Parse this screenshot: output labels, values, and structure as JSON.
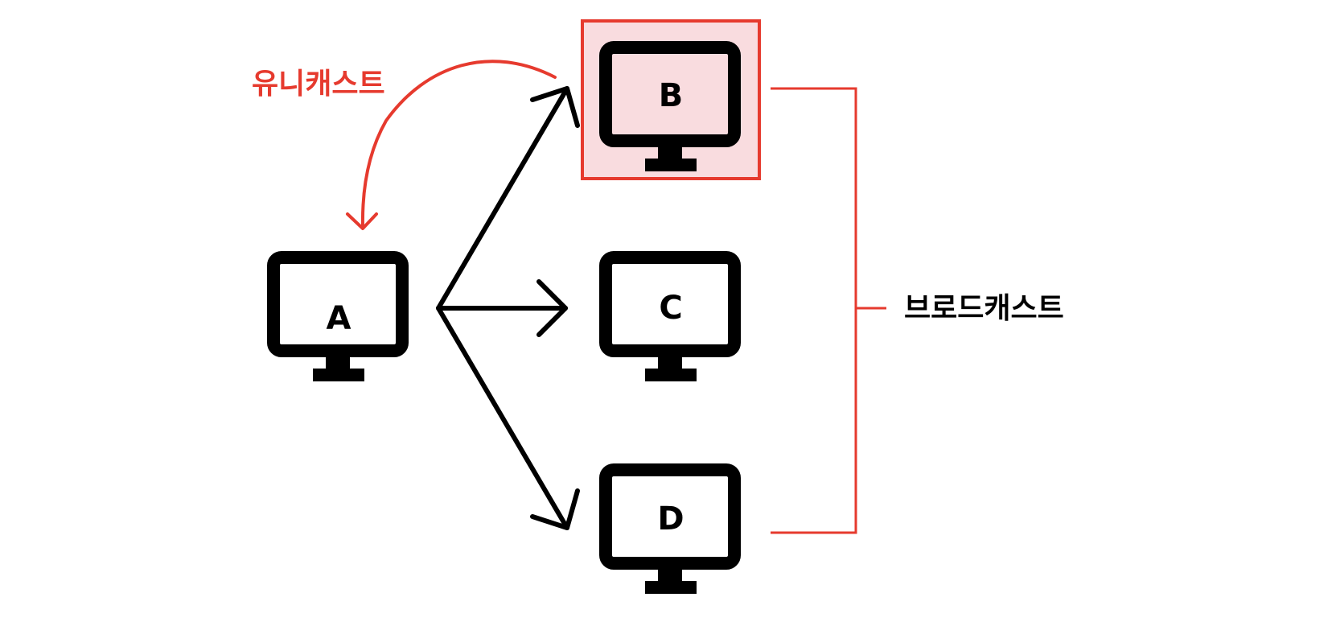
{
  "colors": {
    "ink": "#000000",
    "accent": "#e63a2e",
    "highlight_fill": "#f9dcdf",
    "background": "#ffffff"
  },
  "nodes": {
    "a": {
      "label": "A",
      "icon": "monitor-icon"
    },
    "b": {
      "label": "B",
      "icon": "monitor-icon",
      "highlighted": true
    },
    "c": {
      "label": "C",
      "icon": "monitor-icon"
    },
    "d": {
      "label": "D",
      "icon": "monitor-icon"
    }
  },
  "edges": [
    {
      "from": "A",
      "to": "B"
    },
    {
      "from": "A",
      "to": "C"
    },
    {
      "from": "A",
      "to": "D"
    }
  ],
  "annotations": {
    "unicast": "유니캐스트",
    "broadcast": "브로드캐스트"
  }
}
